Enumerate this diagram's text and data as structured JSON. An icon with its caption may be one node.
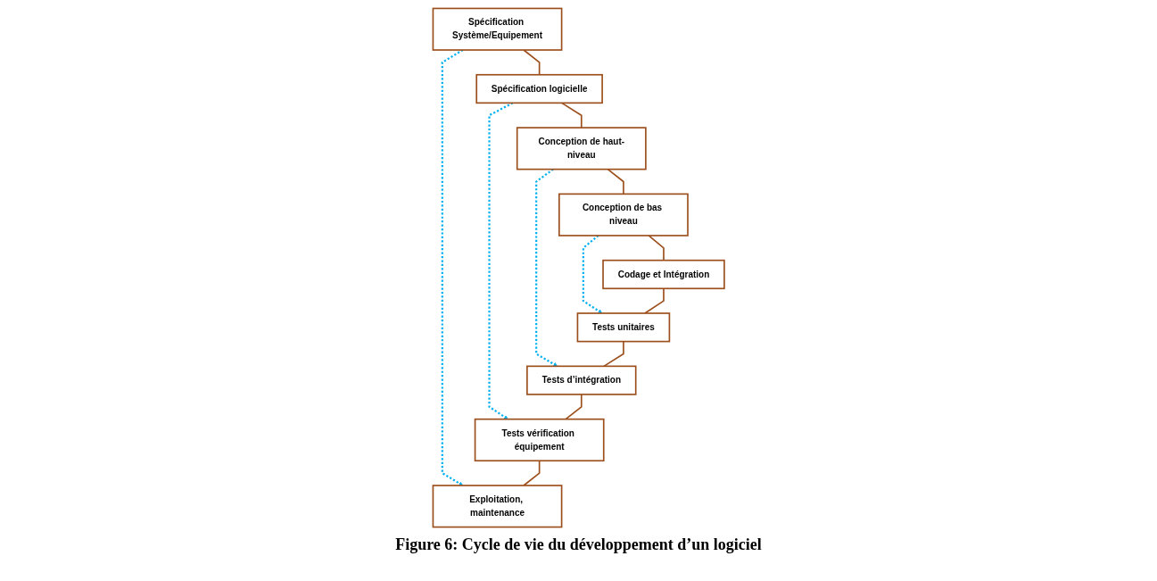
{
  "diagram": {
    "caption": "Figure 6: Cycle de vie du développement d’un logiciel",
    "nodes": [
      {
        "text": [
          "Spécification Système/Equipement"
        ]
      },
      {
        "text": [
          "Exploitation, maintenance"
        ]
      },
      {
        "text": [
          "Spécification logicielle"
        ]
      },
      {
        "text": [
          "Tests vérification équipement"
        ]
      },
      {
        "text": [
          "Conception de haut-niveau"
        ]
      },
      {
        "text": [
          "Tests d’intégration"
        ]
      },
      {
        "text": [
          "Conception de bas niveau"
        ]
      },
      {
        "text": [
          "Tests unitaires"
        ]
      },
      {
        "text": [
          "Codage et Intégration"
        ]
      }
    ],
    "edges": [
      {
        "from": 0,
        "to": 1,
        "arrow": "to",
        "style": "dashed",
        "color": "#00b0f0"
      },
      {
        "from": 0,
        "to": 2,
        "arrow": "none"
      },
      {
        "from": 2,
        "to": 3,
        "arrow": "to",
        "style": "dashed",
        "color": "#00b0f0"
      },
      {
        "from": 3,
        "to": 1,
        "arrow": "none"
      },
      {
        "from": 2,
        "to": 4,
        "arrow": "none"
      },
      {
        "from": 4,
        "to": 5,
        "arrow": "to",
        "style": "dashed",
        "color": "#00b0f0"
      },
      {
        "from": 5,
        "to": 3,
        "arrow": "none"
      },
      {
        "from": 4,
        "to": 6,
        "arrow": "none"
      },
      {
        "from": 6,
        "to": 7,
        "arrow": "to",
        "style": "dashed",
        "color": "#00b0f0"
      },
      {
        "from": 7,
        "to": 5,
        "arrow": "none"
      },
      {
        "from": 6,
        "to": 8,
        "arrow": "none"
      },
      {
        "from": 8,
        "to": 7,
        "arrow": "none"
      }
    ]
  }
}
